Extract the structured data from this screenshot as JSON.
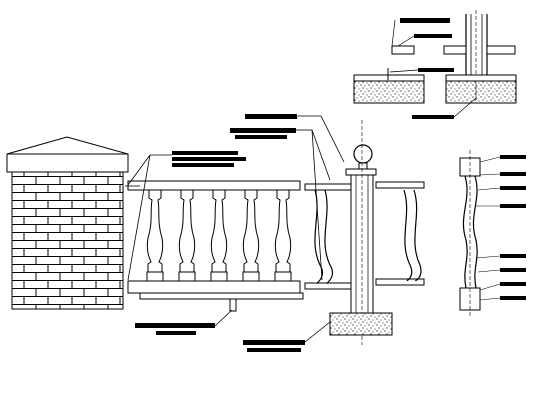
{
  "drawing": {
    "callouts": [
      {
        "id": "post-section-label-1",
        "text": ""
      },
      {
        "id": "post-section-label-2",
        "text": ""
      },
      {
        "id": "post-section-label-3",
        "text": ""
      },
      {
        "id": "post-section-base",
        "text": ""
      },
      {
        "id": "cap-rail-label",
        "text": ""
      },
      {
        "id": "handrail-label",
        "text": ""
      },
      {
        "id": "baluster-label",
        "text": ""
      },
      {
        "id": "bottom-rail-label",
        "text": ""
      },
      {
        "id": "post-footing-label",
        "text": ""
      },
      {
        "id": "baluster-detail-1",
        "text": ""
      },
      {
        "id": "baluster-detail-2",
        "text": ""
      },
      {
        "id": "baluster-detail-3",
        "text": ""
      },
      {
        "id": "baluster-detail-4",
        "text": ""
      },
      {
        "id": "baluster-detail-5",
        "text": ""
      },
      {
        "id": "baluster-detail-6",
        "text": ""
      },
      {
        "id": "baluster-detail-7",
        "text": ""
      }
    ]
  }
}
